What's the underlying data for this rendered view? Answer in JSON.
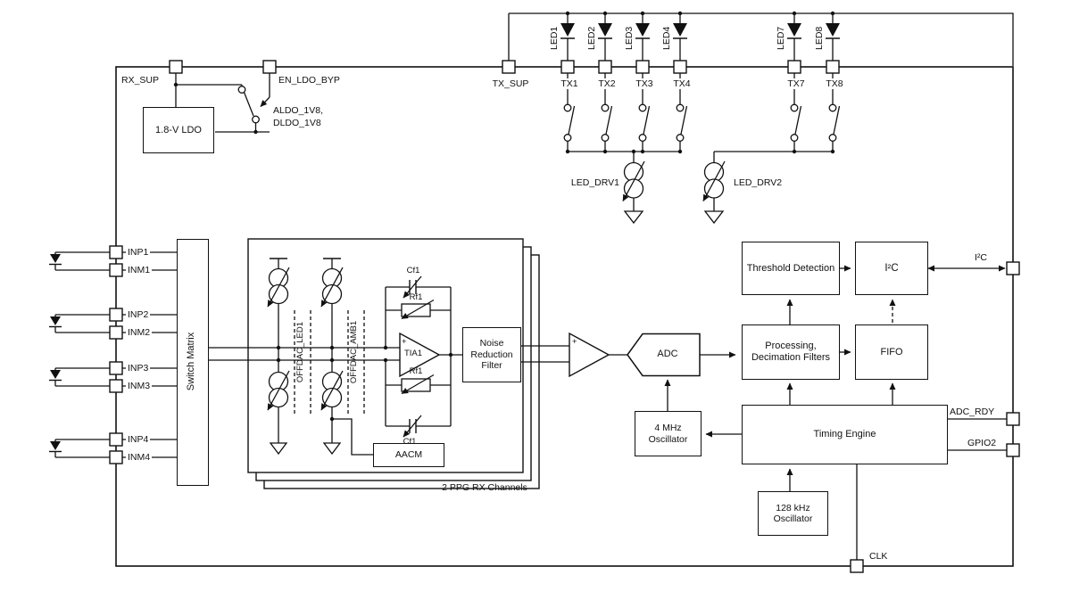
{
  "power": {
    "rx_sup": "RX_SUP",
    "en_ldo_byp": "EN_LDO_BYP",
    "ldo_label": "1.8-V LDO",
    "ldo_outputs": "ALDO_1V8, DLDO_1V8"
  },
  "tx": {
    "supply_pin": "TX_SUP",
    "pins": [
      "TX1",
      "TX2",
      "TX3",
      "TX4",
      "TX7",
      "TX8"
    ],
    "leds": [
      "LED1",
      "LED2",
      "LED3",
      "LED4",
      "LED7",
      "LED8"
    ],
    "driver1": "LED_DRV1",
    "driver2": "LED_DRV2"
  },
  "rx": {
    "input_pins": [
      "INP1",
      "INM1",
      "INP2",
      "INM2",
      "INP3",
      "INM3",
      "INP4",
      "INM4"
    ],
    "switch_matrix": "Switch Matrix",
    "offdac_led1": "OFFDAC_LED1",
    "offdac_amb1": "OFFDAC_AMB1",
    "cf1_top": "Cf1",
    "rf1_top": "Rf1",
    "rf1_bottom": "Rf1",
    "cf1_bottom": "Cf1",
    "tia_label": "TIA1",
    "tia_plus": "+",
    "buffer_plus": "+",
    "noise_filter": "Noise Reduction Filter",
    "aacm": "AACM",
    "channels_note": "2 PPG RX Channels"
  },
  "digital": {
    "adc": "ADC",
    "threshold_detection": "Threshold Detection",
    "i2c_block": "I²C",
    "processing": "Processing, Decimation Filters",
    "fifo": "FIFO",
    "timing_engine": "Timing Engine",
    "osc_4mhz": "4 MHz Oscillator",
    "osc_128khz": "128 kHz Oscillator"
  },
  "io": {
    "i2c_pin": "I²C",
    "adc_rdy": "ADC_RDY",
    "gpio2": "GPIO2",
    "clk": "CLK"
  }
}
